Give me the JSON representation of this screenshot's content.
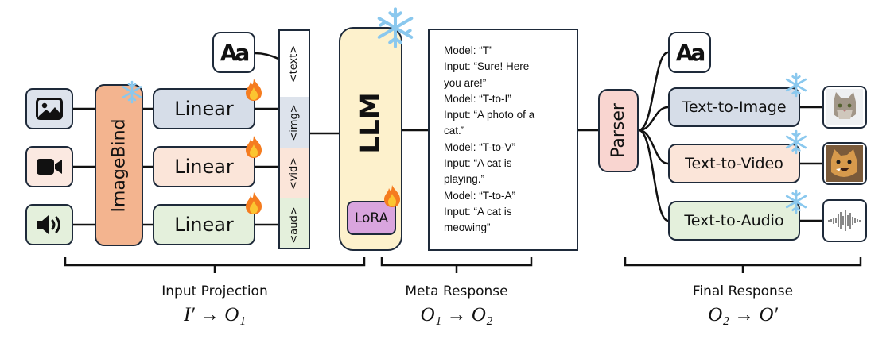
{
  "input_projection": {
    "imagebind_label": "ImageBind",
    "linear_labels": [
      "Linear",
      "Linear",
      "Linear"
    ],
    "text_icon_glyph": "Aa"
  },
  "tokens": [
    "<text>",
    "<img>",
    "<vid>",
    "<aud>"
  ],
  "llm": {
    "label": "LLM",
    "lora_label": "LoRA"
  },
  "meta_lines": [
    "Model: “T”",
    "Input: “Sure! Here",
    "you are!”",
    "Model: “T-to-I”",
    "Input: “A photo of a",
    "cat.”",
    "Model: “T-to-V”",
    "Input: “A cat is",
    "playing.”",
    "Model: “T-to-A”",
    "Input: “A cat is",
    "meowing”"
  ],
  "parser_label": "Parser",
  "outputs": [
    "Text-to-Image",
    "Text-to-Video",
    "Text-to-Audio"
  ],
  "sections": [
    {
      "title": "Input Projection",
      "formula": "I′ → O₁"
    },
    {
      "title": "Meta Response",
      "formula": "O₁ → O₂"
    },
    {
      "title": "Final Response",
      "formula": "O₂ → O′"
    }
  ],
  "icons": [
    "image-icon",
    "video-camera-icon",
    "speaker-icon",
    "text-icon",
    "snowflake-icon",
    "fire-icon",
    "cat-photo",
    "cat-video-frame",
    "audio-waveform"
  ],
  "colors": {
    "stroke": "#1e2a3a",
    "imagebind": "#f3b48f",
    "linear_blue": "#d6dde8",
    "linear_peach": "#fbe5d9",
    "linear_mint": "#e4f0dc",
    "llm": "#fdf1cc",
    "lora": "#d9a5de",
    "parser": "#f9d5d0",
    "snowflake": "#8ac8ee",
    "fire": "#f57c1f"
  }
}
